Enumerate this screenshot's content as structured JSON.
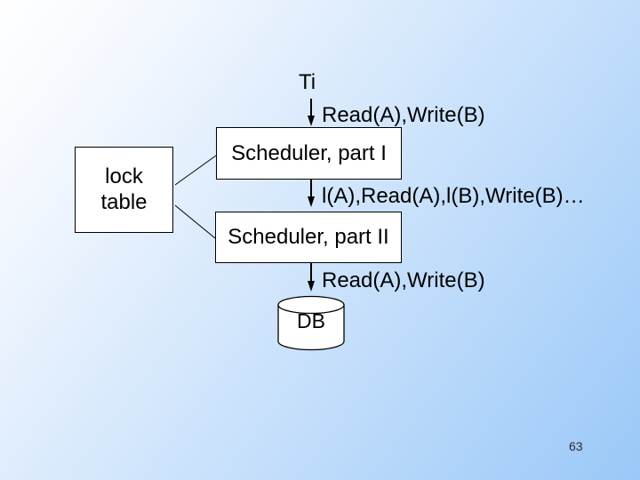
{
  "slide": {
    "page_number": "63",
    "labels": {
      "transaction": "Ti",
      "msg_top": "Read(A),Write(B)",
      "scheduler1": "Scheduler, part I",
      "lock_table": "lock table",
      "msg_mid": "l(A),Read(A),l(B),Write(B)…",
      "scheduler2": "Scheduler, part II",
      "msg_bottom": "Read(A),Write(B)",
      "db": "DB"
    },
    "colors": {
      "bg_top_left": "#ffffff",
      "bg_bottom_right": "#9ac8f8",
      "box_fill": "#ffffff",
      "box_border": "#000000",
      "text": "#000000",
      "page_number": "#2a2a3a"
    }
  }
}
